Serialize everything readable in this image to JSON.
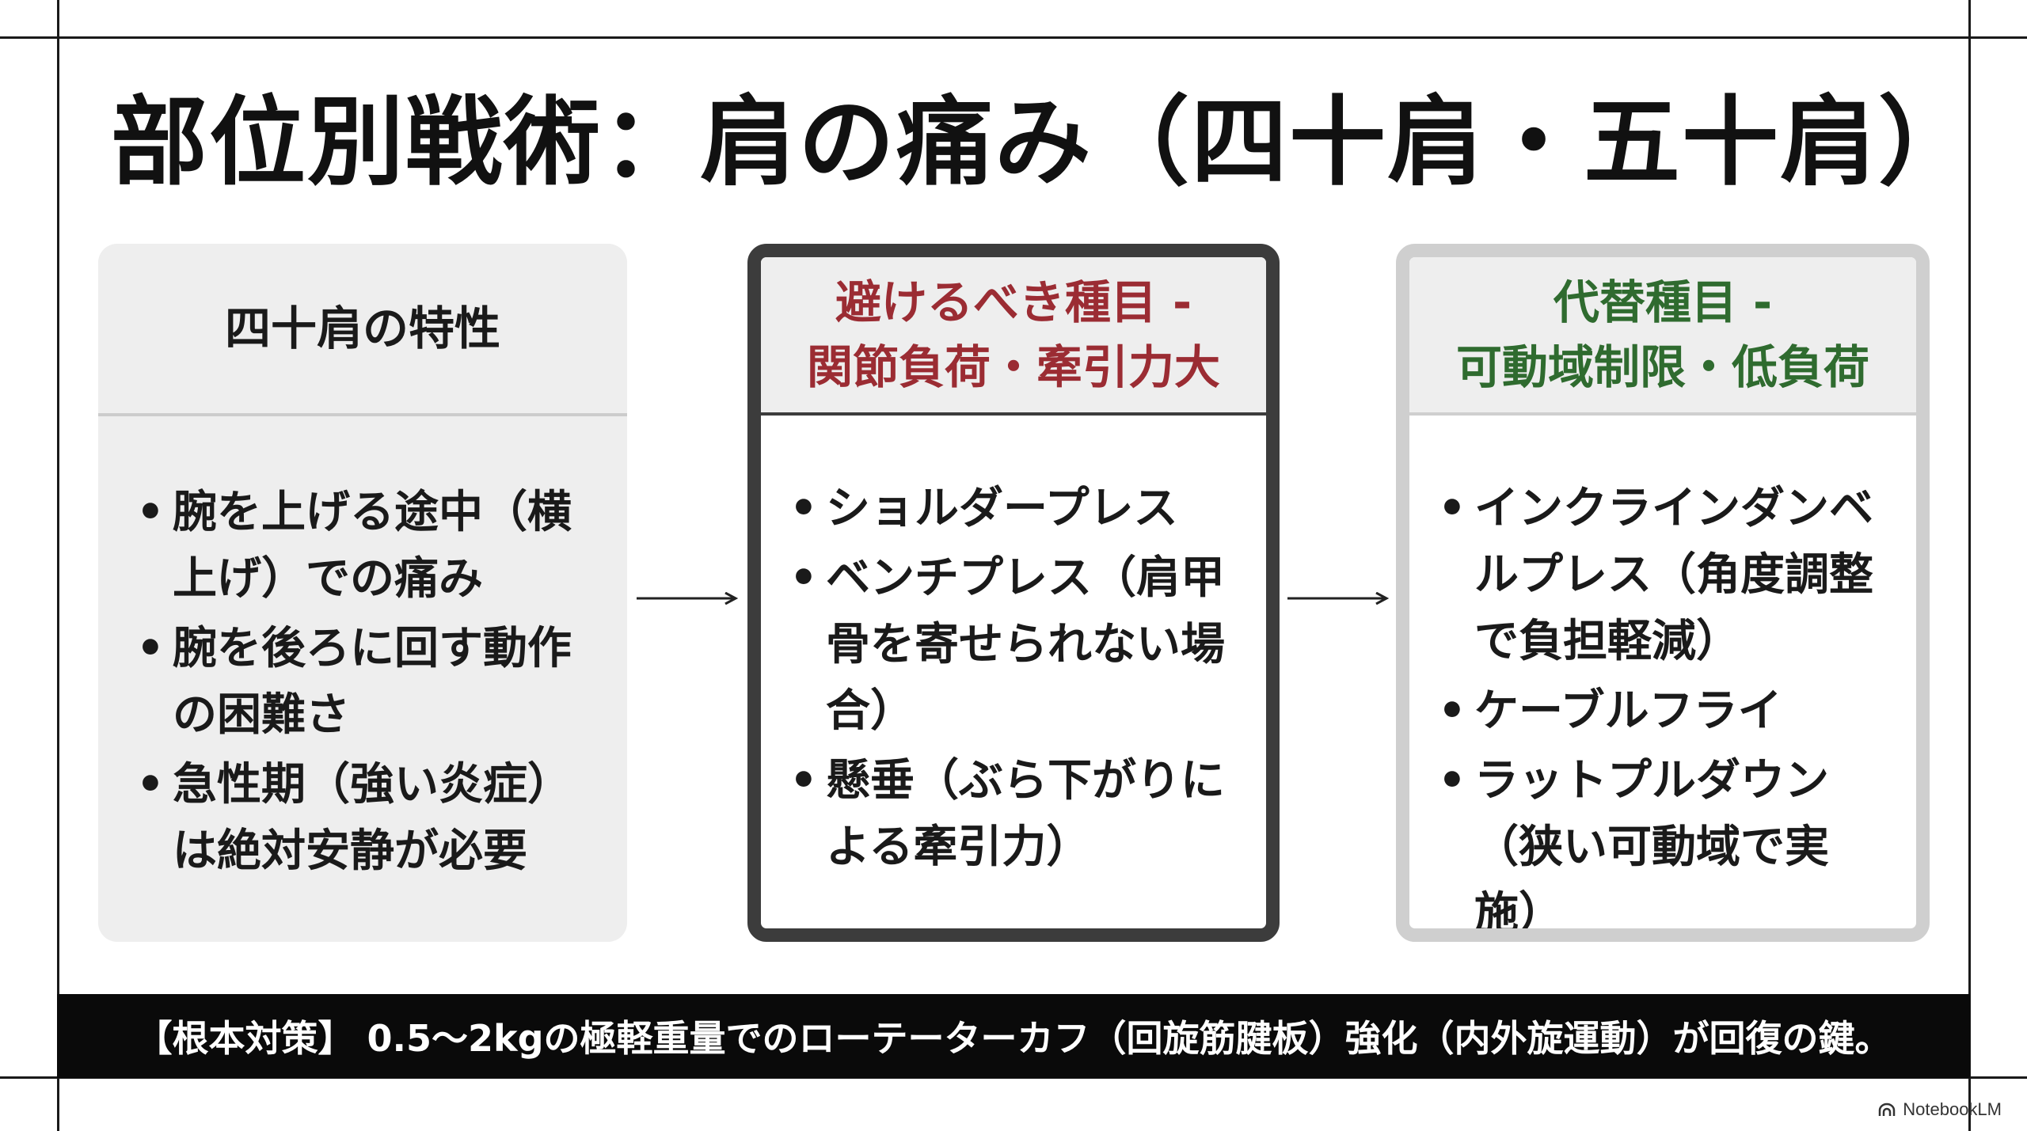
{
  "title": "部位別戦術：肩の痛み（四十肩・五十肩）",
  "cards": [
    {
      "heading_lines": [
        "四十肩の特性"
      ],
      "items": [
        "腕を上げる途中（横上げ）での痛み",
        "腕を後ろに回す動作の困難さ",
        "急性期（強い炎症）は絶対安静が必要"
      ]
    },
    {
      "heading_lines": [
        "避けるべき種目 -",
        "関節負荷・牽引力大"
      ],
      "heading_color": "#9b2c33",
      "items": [
        "ショルダープレス",
        "ベンチプレス（肩甲骨を寄せられない場合）",
        "懸垂（ぶら下がりによる牽引力）"
      ]
    },
    {
      "heading_lines": [
        "代替種目 -",
        "可動域制限・低負荷"
      ],
      "heading_color": "#2f6b2f",
      "items": [
        "インクラインダンベルプレス（角度調整で負担軽減）",
        "ケーブルフライ",
        "ラットプルダウン（狭い可動域で実施）"
      ]
    }
  ],
  "banner": "【根本対策】 0.5〜2kgの極軽重量でのローテーターカフ（回旋筋腱板）強化（内外旋運動）が回復の鍵。",
  "watermark": {
    "label": "NotebookLM",
    "icon": "notebooklm-logo-icon"
  }
}
